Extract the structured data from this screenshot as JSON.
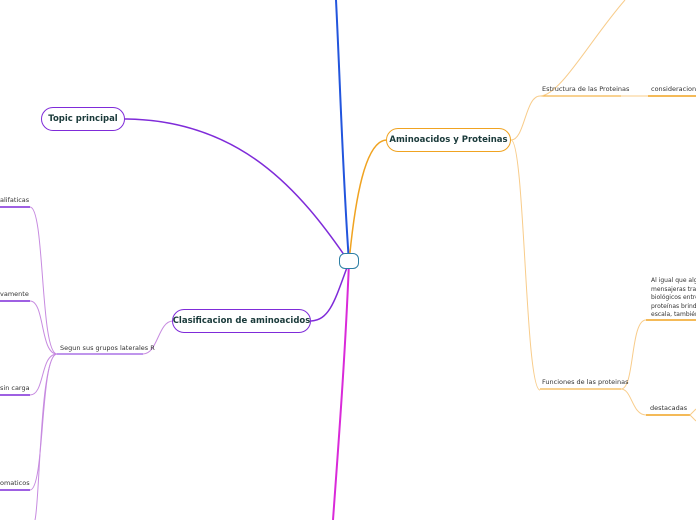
{
  "colors": {
    "blue": "#2255dd",
    "purple": "#7f2bd9",
    "magenta": "#d92ad9",
    "orange": "#f0a321",
    "orange_light": "#f8cc8a",
    "violet_light": "#c78be0",
    "center_border": "#2e7fa5"
  },
  "topics": {
    "topic_principal": "Topic principal",
    "aminoacidos": "Aminoacidos y Proteinas",
    "clasificacion": "Clasificacion de aminoacidos"
  },
  "subtopics": {
    "estructura": "Estructura de las Proteinas",
    "consideraciones": "consideraciones",
    "funciones": "Funciones de las proteinas",
    "destacadas": "destacadas",
    "grupos": "Segun sus grupos laterales R"
  },
  "left_items": [
    "alifaticas",
    "vamente",
    "sin carga",
    "omaticos"
  ],
  "note_lines": [
    "Al igual que algu",
    "mensajeras tran",
    "biológicos entre",
    "proteínas brinda",
    "escala, también"
  ]
}
